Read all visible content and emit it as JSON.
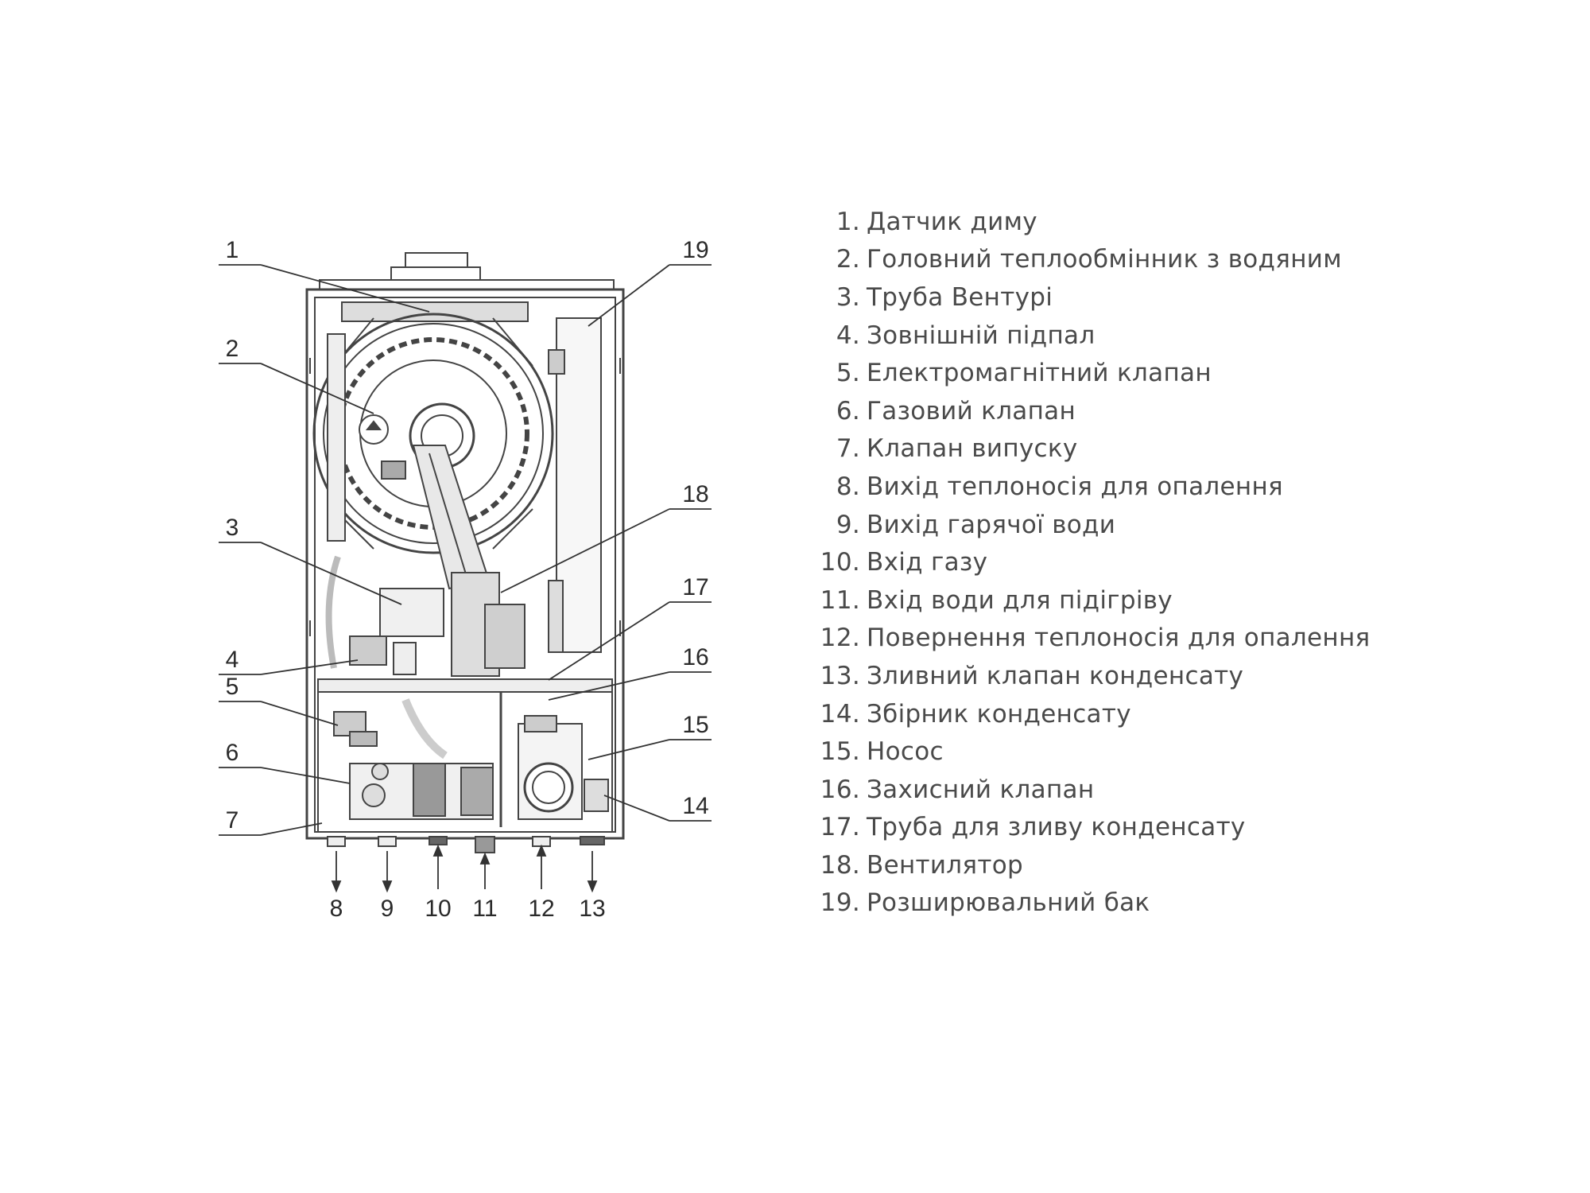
{
  "callouts": [
    "1",
    "2",
    "3",
    "4",
    "5",
    "6",
    "7",
    "8",
    "9",
    "10",
    "11",
    "12",
    "13",
    "14",
    "15",
    "16",
    "17",
    "18",
    "19"
  ],
  "legend": [
    {
      "num": "1.",
      "label": "Датчик диму"
    },
    {
      "num": "2.",
      "label": "Головний теплообмінник з водяним"
    },
    {
      "num": "3.",
      "label": "Труба Вентурі"
    },
    {
      "num": "4.",
      "label": "Зовнішній підпал"
    },
    {
      "num": "5.",
      "label": "Електромагнітний клапан"
    },
    {
      "num": "6.",
      "label": "Газовий клапан"
    },
    {
      "num": "7.",
      "label": "Клапан випуску"
    },
    {
      "num": "8.",
      "label": "Вихід теплоносія для опалення"
    },
    {
      "num": "9.",
      "label": "Вихід гарячої води"
    },
    {
      "num": "10.",
      "label": "Вхід газу"
    },
    {
      "num": "11.",
      "label": "Вхід води для підігріву"
    },
    {
      "num": "12.",
      "label": "Повернення теплоносія для опалення"
    },
    {
      "num": "13.",
      "label": "Зливний клапан конденсату"
    },
    {
      "num": "14.",
      "label": "Збірник конденсату"
    },
    {
      "num": "15.",
      "label": "Носос"
    },
    {
      "num": "16.",
      "label": "Захисний клапан"
    },
    {
      "num": "17.",
      "label": "Труба для зливу конденсату"
    },
    {
      "num": "18.",
      "label": "Вентилятор"
    },
    {
      "num": "19.",
      "label": "Розширювальний бак"
    }
  ]
}
